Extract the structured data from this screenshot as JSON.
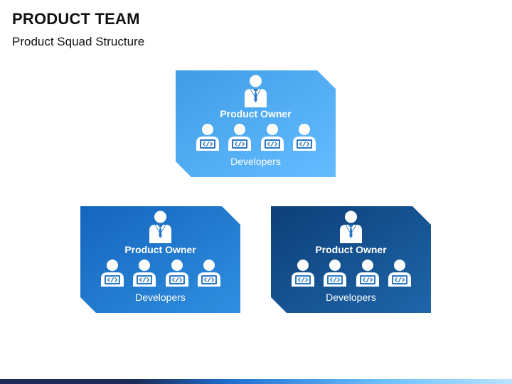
{
  "header": {
    "title": "PRODUCT TEAM",
    "subtitle": "Product Squad Structure"
  },
  "colors": {
    "card_light_start": "#3f9de6",
    "card_light_end": "#64bcff",
    "card_mid_start": "#1565bd",
    "card_mid_end": "#2f8fe0",
    "card_dark_start": "#0d3f78",
    "card_dark_end": "#1e66aa",
    "shadow": "#b8b8b8",
    "icon": "#ffffff"
  },
  "squads": [
    {
      "owner_label": "Product Owner",
      "developers_label": "Developers",
      "developer_count": 4,
      "variant": "light"
    },
    {
      "owner_label": "Product Owner",
      "developers_label": "Developers",
      "developer_count": 4,
      "variant": "mid"
    },
    {
      "owner_label": "Product Owner",
      "developers_label": "Developers",
      "developer_count": 4,
      "variant": "dark"
    }
  ]
}
